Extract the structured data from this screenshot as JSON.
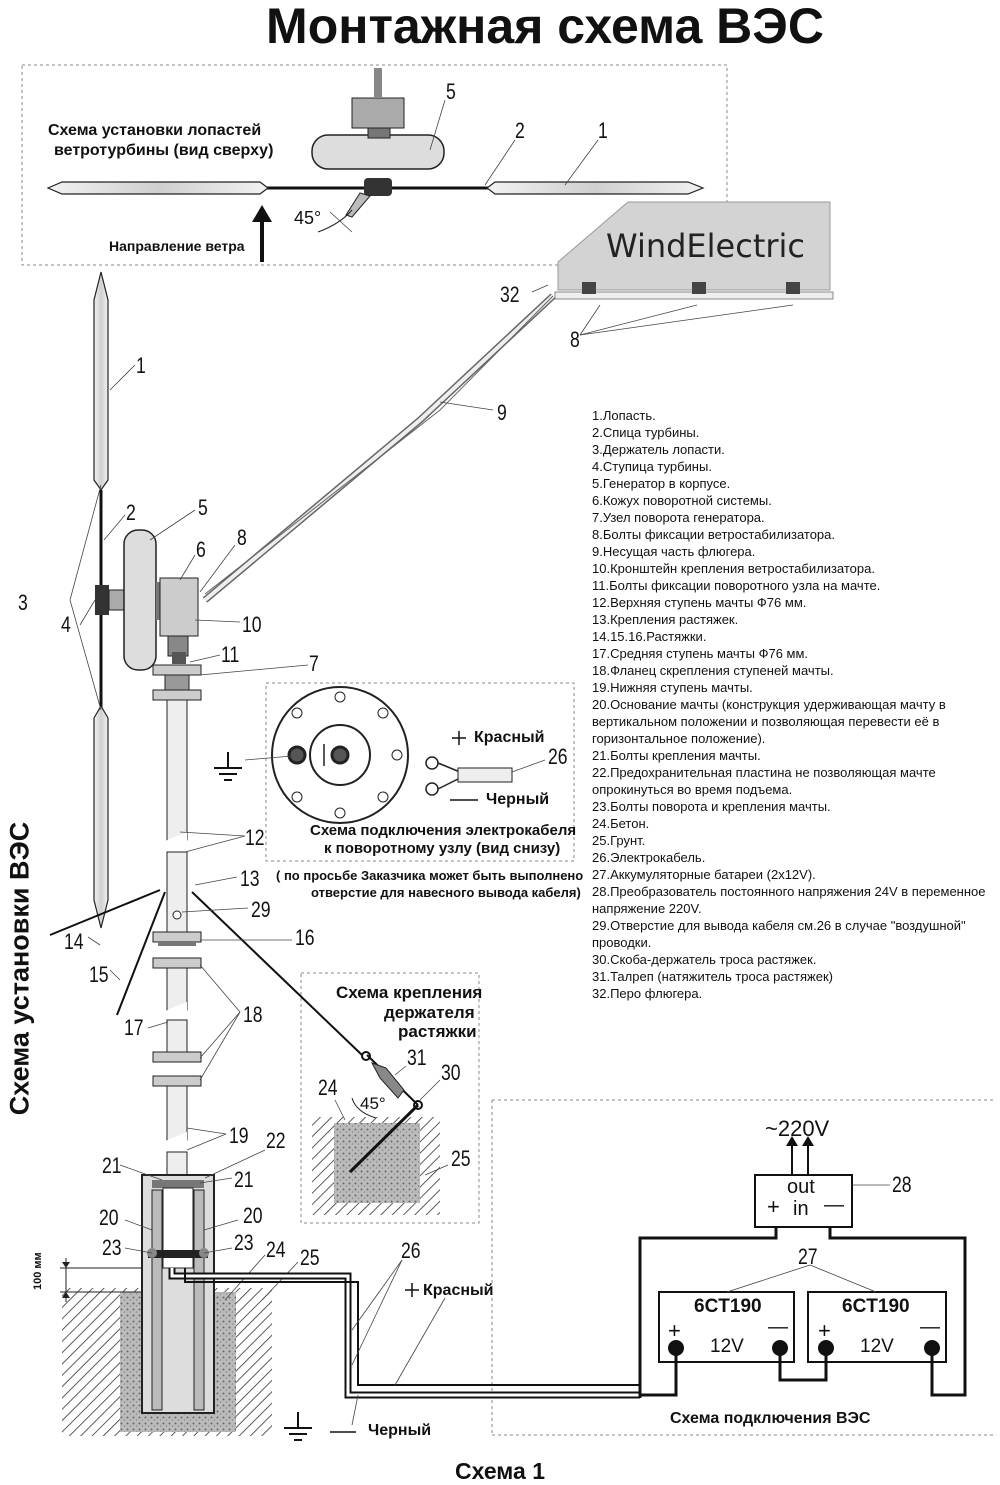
{
  "title": "Монтажная схема ВЭС",
  "side_title": "Схема установки ВЭС",
  "footer": "Схема 1",
  "top_view": {
    "caption_line1": "Схема установки лопастей",
    "caption_line2": "ветротурбины (вид сверху)",
    "wind_direction": "Направление ветра",
    "angle": "45°"
  },
  "brand": "WindElectric",
  "cable_scheme": {
    "caption_line1": "Схема подключения электрокабеля",
    "caption_line2": "к поворотному узлу (вид снизу)",
    "red_label": "Красный",
    "black_label": "Черный"
  },
  "cable_note_line1": "( по просьбе Заказчика может быть выполнено",
  "cable_note_line2": "отверстие для навесного вывода кабеля)",
  "guy_scheme": {
    "caption_line1": "Схема крепления",
    "caption_line2": "держателя",
    "caption_line3": "растяжки",
    "angle": "45°"
  },
  "foundation_depth": "100 мм",
  "wiring": {
    "caption": "Схема подключения ВЭС",
    "output_voltage": "~220V",
    "converter_out": "out",
    "converter_in": "in",
    "plus": "+",
    "minus": "—",
    "battery_model": "6CT190",
    "battery_voltage": "12V",
    "red_label": "Красный",
    "black_label": "Черный"
  },
  "callouts": {
    "n1": "1",
    "n2": "2",
    "n3": "3",
    "n4": "4",
    "n5": "5",
    "n6": "6",
    "n7": "7",
    "n8": "8",
    "n9": "9",
    "n10": "10",
    "n11": "11",
    "n12": "12",
    "n13": "13",
    "n14": "14",
    "n15": "15",
    "n16": "16",
    "n17": "17",
    "n18": "18",
    "n19": "19",
    "n20": "20",
    "n21": "21",
    "n22": "22",
    "n23": "23",
    "n24": "24",
    "n25": "25",
    "n26": "26",
    "n27": "27",
    "n28": "28",
    "n29": "29",
    "n30": "30",
    "n31": "31",
    "n32": "32"
  },
  "legend": [
    "1.Лопасть.",
    "2.Спица турбины.",
    "3.Держатель лопасти.",
    "4.Ступица турбины.",
    "5.Генератор в корпусе.",
    "6.Кожух поворотной системы.",
    "7.Узел поворота генератора.",
    "8.Болты фиксации ветростабилизатора.",
    "9.Несущая часть флюгера.",
    "10.Кронштейн крепления ветростабилизатора.",
    "11.Болты фиксации поворотного узла на мачте.",
    "12.Верхняя ступень мачты Ф76 мм.",
    "13.Крепления растяжек.",
    "14.15.16.Растяжки.",
    "17.Средняя ступень мачты Ф76 мм.",
    "18.Фланец скрепления ступеней мачты.",
    "19.Нижняя ступень мачты.",
    "20.Основание мачты (конструкция удерживающая мачту в вертикальном положении и позволяющая перевести её в горизонтальное положение).",
    "21.Болты крепления мачты.",
    "22.Предохранительная пластина не позволяющая мачте опрокинуться во время подъема.",
    "23.Болты поворота и крепления мачты.",
    "24.Бетон.",
    "25.Грунт.",
    "26.Электрокабель.",
    "27.Аккумуляторные батареи (2x12V).",
    "28.Преобразователь постоянного напряжения 24V в переменное напряжение 220V.",
    "29.Отверстие для вывода кабеля см.26 в случае \"воздушной\" проводки.",
    "30.Скоба-держатель троса растяжек.",
    "31.Талреп (натяжитель троса растяжек)",
    "32.Перо флюгера."
  ]
}
